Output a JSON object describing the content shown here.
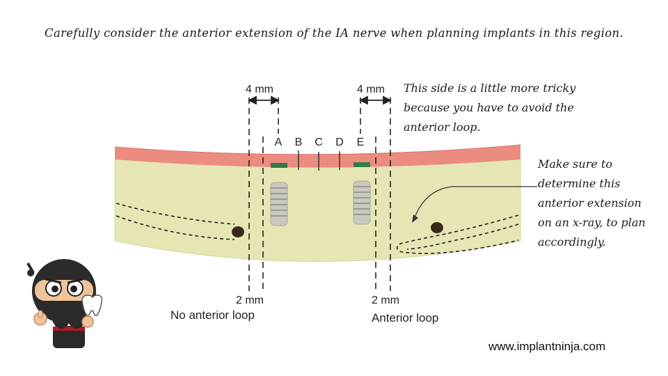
{
  "headline": "Carefully consider the anterior extension of the IA nerve when planning implants in this region.",
  "note_tricky": [
    "This side is a little more tricky",
    "because you have to avoid the",
    "anterior loop."
  ],
  "note_extension": [
    "Make sure to",
    "determine this",
    "anterior extension",
    "on an x-ray, to plan",
    "accordingly."
  ],
  "diagram": {
    "left_top_dimension": "4 mm",
    "right_top_dimension": "4 mm",
    "left_bottom_dimension": "2 mm",
    "right_bottom_dimension": "2 mm",
    "left_caption": "No anterior loop",
    "right_caption": "Anterior loop",
    "positions": [
      "A",
      "B",
      "C",
      "D",
      "E"
    ]
  },
  "website": "www.implantninja.com",
  "colors": {
    "gingiva": "#ec8c80",
    "bone": "#e6e6b4",
    "healing_cap": "#2f7a48",
    "nerve": "#3a2a1a"
  },
  "icons": [
    "ninja-mascot-icon",
    "tooth-icon"
  ]
}
